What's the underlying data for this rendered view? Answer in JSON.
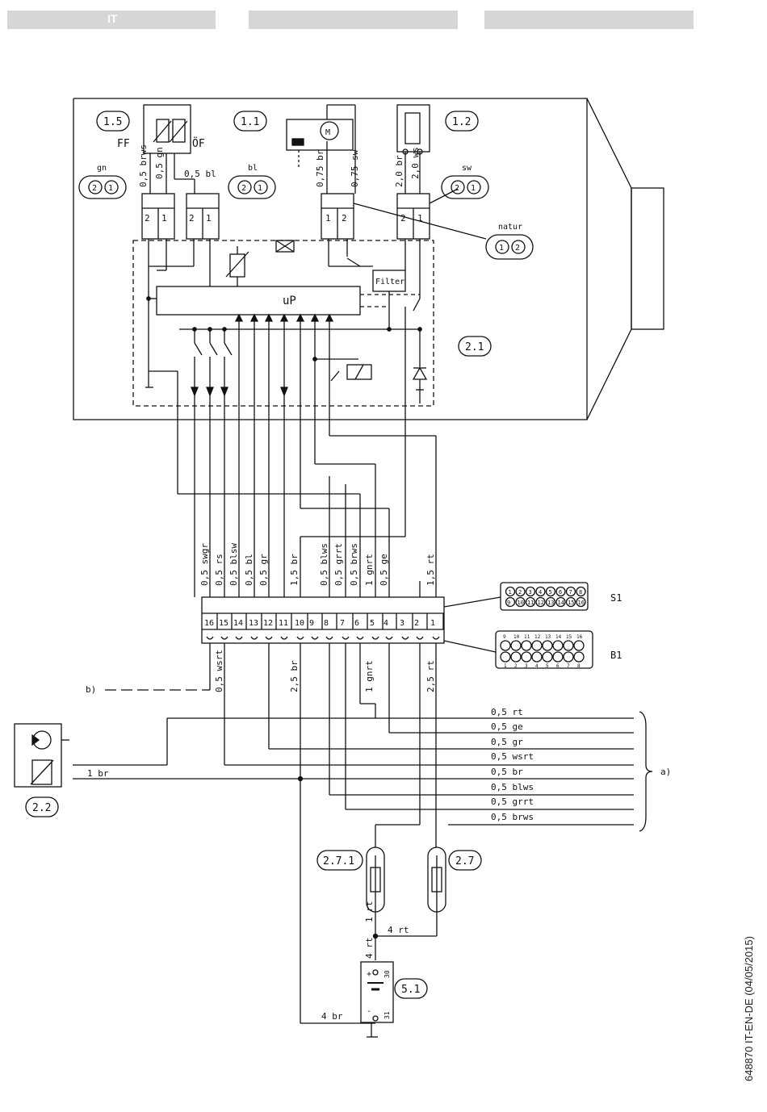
{
  "header": {
    "tab_left": "IT",
    "tab_middle": "",
    "tab_right": ""
  },
  "doc_code": "648870 IT-EN-DE (04/05/2015)",
  "components": {
    "c15": "1.5",
    "c11": "1.1",
    "c12": "1.2",
    "c21": "2.1",
    "c22": "2.2",
    "c271": "2.7.1",
    "c27": "2.7",
    "c51": "5.1",
    "ff": "FF",
    "of": "ÖF",
    "motor": "M",
    "filter": "Filter",
    "up": "uP"
  },
  "plugs": {
    "gn": "gn",
    "bl": "bl",
    "sw": "sw",
    "natur": "natur",
    "pin1": "1",
    "pin2": "2"
  },
  "wires_top": {
    "w1": "0,5 brws",
    "w2": "0,5 gn",
    "w3": "0,5 bl",
    "w4": "0,75 br",
    "w5": "0,75 sw",
    "w6": "2,0 br",
    "w7": "2,0 ws"
  },
  "connector": {
    "pins": [
      "16",
      "15",
      "14",
      "13",
      "12",
      "11",
      "10",
      "9",
      "8",
      "7",
      "6",
      "5",
      "4",
      "3",
      "2",
      "1"
    ],
    "upper_wires": [
      "0,5 swgr",
      "0,5 rs",
      "0,5 blsw",
      "0,5 bl",
      "0,5 gr",
      "1,5 br",
      "0,5 blws",
      "0,5 grrt",
      "0,5 brws",
      "1 gnrt",
      "0,5 ge",
      "1,5 rt"
    ],
    "lower_wires": [
      "0,5 wsrt",
      "2,5 br",
      "1 gnrt",
      "2,5 rt"
    ],
    "s1": "S1",
    "b1": "B1",
    "s1_top": [
      "1",
      "2",
      "3",
      "4",
      "5",
      "6",
      "7",
      "8"
    ],
    "s1_bot": [
      "9",
      "10",
      "11",
      "12",
      "13",
      "14",
      "15",
      "16"
    ],
    "b1_top": [
      "9",
      "10",
      "11",
      "12",
      "13",
      "14",
      "15",
      "16"
    ],
    "b1_bot": [
      "1",
      "2",
      "3",
      "4",
      "5",
      "6",
      "7",
      "8"
    ]
  },
  "harness": {
    "wires": [
      "0,5 rt",
      "0,5 ge",
      "0,5 gr",
      "0,5 wsrt",
      "0,5 br",
      "0,5 blws",
      "0,5 grrt",
      "0,5 brws"
    ],
    "a": "a)",
    "b": "b)",
    "pump_wire": "1 br"
  },
  "bottom": {
    "w_1rt": "1 rt",
    "w_4rt_h": "4 rt",
    "w_4rt_v": "4 rt",
    "w_4br": "4 br",
    "batt_plus": "+",
    "batt_minus": "-",
    "t30": "30",
    "t31": "31"
  }
}
